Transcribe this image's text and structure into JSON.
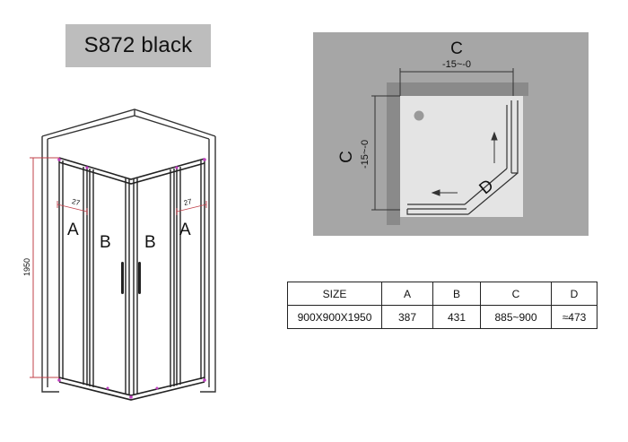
{
  "title": "S872 black",
  "front_view": {
    "height_label": "1950",
    "gap_left": "27",
    "gap_right": "27",
    "panel_labels": [
      "A",
      "B",
      "B",
      "A"
    ]
  },
  "plan_view": {
    "top_label": "C",
    "top_tolerance": "-15~-0",
    "side_label": "C",
    "side_tolerance": "-15~-0",
    "door_label": "D"
  },
  "specs_table": {
    "headers": [
      "SIZE",
      "A",
      "B",
      "C",
      "D"
    ],
    "row": [
      "900X900X1950",
      "387",
      "431",
      "885~900",
      "≈473"
    ]
  },
  "colors": {
    "title_bg": "#bdbdbd",
    "plan_outer": "#a6a6a6",
    "plan_tray": "#e4e4e4",
    "wall_shade": "#8a8a8a",
    "accent": "#c040c0",
    "dimension": "#c0404a"
  }
}
